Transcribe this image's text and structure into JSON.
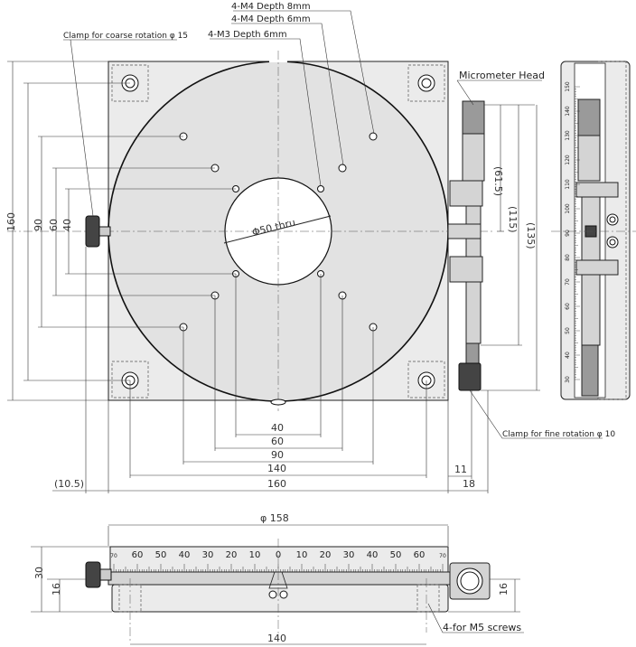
{
  "annotations": {
    "m4_depth8": "4-M4 Depth 8mm",
    "m4_depth6": "4-M4 Depth 6mm",
    "m3_depth6": "4-M3 Depth 6mm",
    "clamp_coarse": "Clamp for coarse rotation φ 15",
    "micrometer": "Micrometer Head",
    "clamp_fine": "Clamp for fine rotation φ 10",
    "m5_screws": "4-for M5 screws",
    "bore": "Φ50 thru"
  },
  "dimensions": {
    "left_160": "160",
    "left_90": "90",
    "left_60": "60",
    "left_40": "40",
    "right_61_5": "(61.5)",
    "right_115": "(115)",
    "right_135": "(135)",
    "bottom_40": "40",
    "bottom_60": "60",
    "bottom_90": "90",
    "bottom_140": "140",
    "bottom_160": "160",
    "offset_10_5": "(10.5)",
    "side_11": "11",
    "side_18": "18",
    "diameter_158": "φ 158",
    "front_30": "30",
    "front_16_left": "16",
    "front_16_right": "16",
    "front_140": "140"
  },
  "scale_labels": {
    "rotary_left": [
      "70",
      "60",
      "50",
      "40",
      "30",
      "20",
      "10"
    ],
    "rotary_center": "0",
    "rotary_right": [
      "10",
      "20",
      "30",
      "40",
      "50",
      "60",
      "70"
    ],
    "vertical": [
      "150",
      "140",
      "130",
      "120",
      "110",
      "100",
      "90",
      "80",
      "70",
      "60",
      "50",
      "40",
      "30"
    ]
  }
}
